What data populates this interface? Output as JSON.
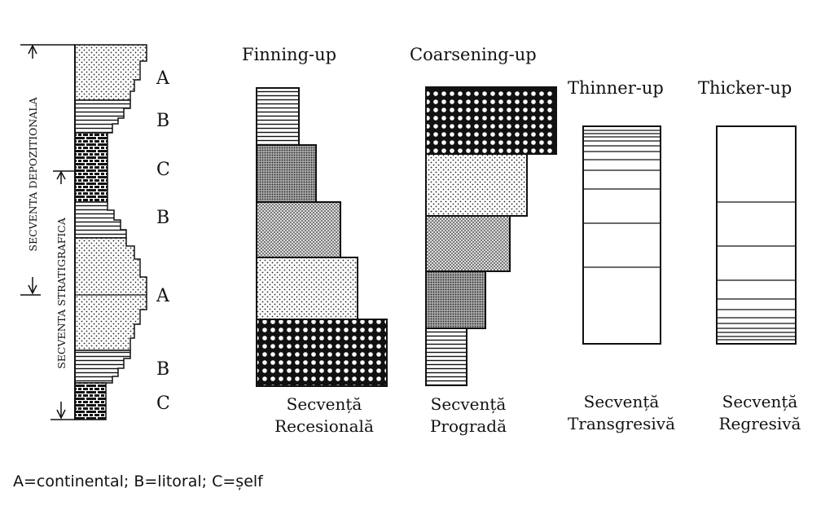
{
  "labels": {
    "fining_up": "Finning-up",
    "coarsening_up": "Coarsening-up",
    "thinner_up": "Thinner-up",
    "thicker_up": "Thicker-up",
    "secventa_depozitionala": "SECVENTA DEPOZITIONALA",
    "secventa_stratigrafica": "SECVENTA STRATIGRAFICA",
    "facies_letters": [
      "A",
      "B",
      "C",
      "B",
      "A",
      "B",
      "C"
    ],
    "legend": "A=continental; B=litoral; C=șelf"
  },
  "captions": [
    {
      "line1": "Secvență",
      "line2": "Recesională"
    },
    {
      "line1": "Secvență",
      "line2": "Progradă"
    },
    {
      "line1": "Secvență",
      "line2": "Transgresivă"
    },
    {
      "line1": "Secvență",
      "line2": "Regresivă"
    }
  ],
  "colors": {
    "ink": "#111111",
    "background": "#ffffff"
  }
}
